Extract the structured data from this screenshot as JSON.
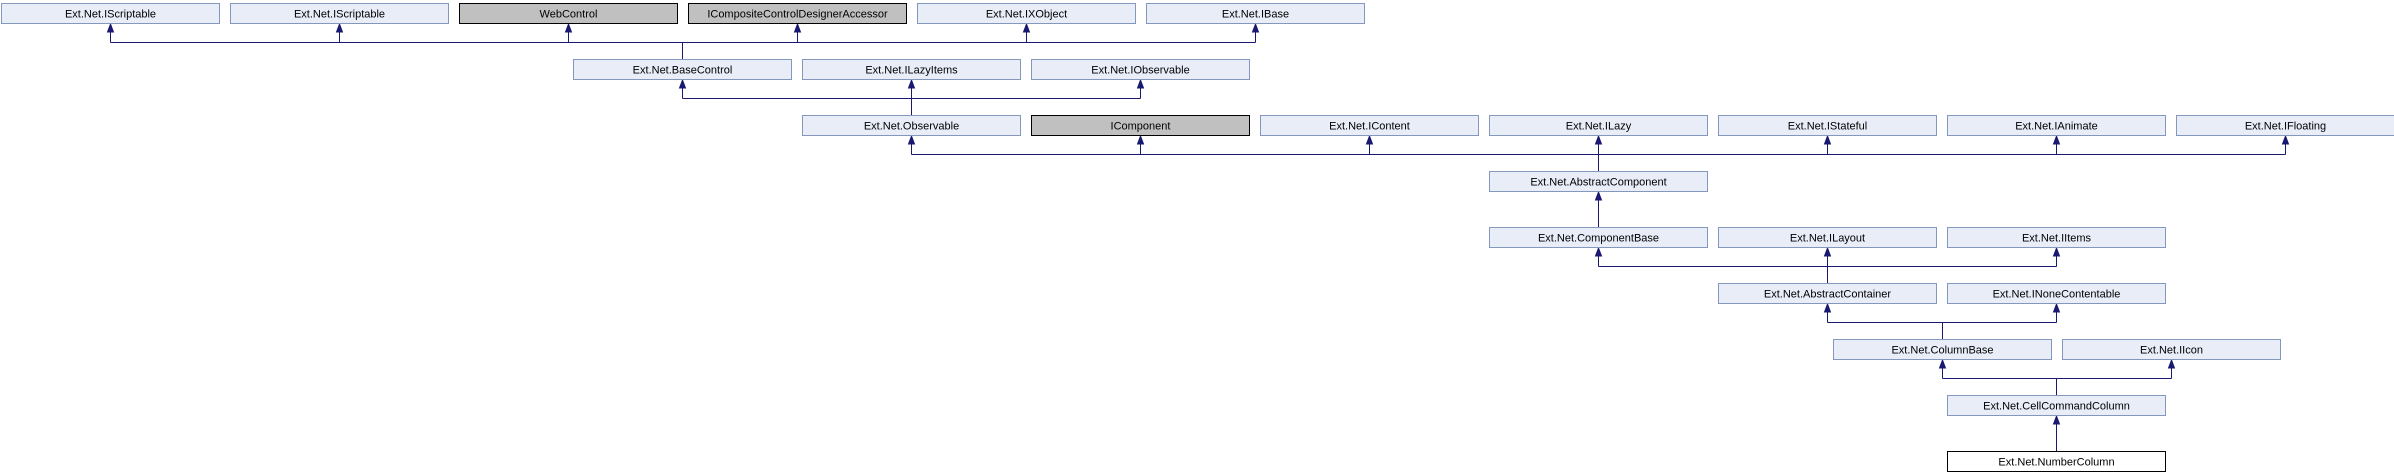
{
  "diagram": {
    "type": "class inheritance graph",
    "colors": {
      "node_fill": "#e8edf8",
      "node_border": "#8497bd",
      "external_fill": "#c0c0c0",
      "external_border": "#000000",
      "current_fill": "#ffffff",
      "current_border": "#000000",
      "edge": "#191970"
    },
    "nodes": [
      {
        "id": "iscriptable1",
        "label": "Ext.Net.IScriptable",
        "kind": "normal"
      },
      {
        "id": "iscriptable2",
        "label": "Ext.Net.IScriptable",
        "kind": "normal"
      },
      {
        "id": "webcontrol",
        "label": "WebControl",
        "kind": "external"
      },
      {
        "id": "icompositedesigner",
        "label": "ICompositeControlDesignerAccessor",
        "kind": "external"
      },
      {
        "id": "ixobject",
        "label": "Ext.Net.IXObject",
        "kind": "normal"
      },
      {
        "id": "ibase",
        "label": "Ext.Net.IBase",
        "kind": "normal"
      },
      {
        "id": "basecontrol",
        "label": "Ext.Net.BaseControl",
        "kind": "normal"
      },
      {
        "id": "ilazyitems",
        "label": "Ext.Net.ILazyItems",
        "kind": "normal"
      },
      {
        "id": "iobservable",
        "label": "Ext.Net.IObservable",
        "kind": "normal"
      },
      {
        "id": "observable",
        "label": "Ext.Net.Observable",
        "kind": "normal"
      },
      {
        "id": "icomponent",
        "label": "IComponent",
        "kind": "external"
      },
      {
        "id": "icontent",
        "label": "Ext.Net.IContent",
        "kind": "normal"
      },
      {
        "id": "ilazy",
        "label": "Ext.Net.ILazy",
        "kind": "normal"
      },
      {
        "id": "istateful",
        "label": "Ext.Net.IStateful",
        "kind": "normal"
      },
      {
        "id": "ianimate",
        "label": "Ext.Net.IAnimate",
        "kind": "normal"
      },
      {
        "id": "ifloating",
        "label": "Ext.Net.IFloating",
        "kind": "normal"
      },
      {
        "id": "abstractcomponent",
        "label": "Ext.Net.AbstractComponent",
        "kind": "normal"
      },
      {
        "id": "componentbase",
        "label": "Ext.Net.ComponentBase",
        "kind": "normal"
      },
      {
        "id": "ilayout",
        "label": "Ext.Net.ILayout",
        "kind": "normal"
      },
      {
        "id": "iitems",
        "label": "Ext.Net.IItems",
        "kind": "normal"
      },
      {
        "id": "abstractcontainer",
        "label": "Ext.Net.AbstractContainer",
        "kind": "normal"
      },
      {
        "id": "inonecontentable",
        "label": "Ext.Net.INoneContentable",
        "kind": "normal"
      },
      {
        "id": "columnbase",
        "label": "Ext.Net.ColumnBase",
        "kind": "normal"
      },
      {
        "id": "iicon",
        "label": "Ext.Net.IIcon",
        "kind": "normal"
      },
      {
        "id": "cellcommandcolumn",
        "label": "Ext.Net.CellCommandColumn",
        "kind": "normal"
      },
      {
        "id": "numbercolumn",
        "label": "Ext.Net.NumberColumn",
        "kind": "current"
      }
    ],
    "edges": [
      {
        "child": "basecontrol",
        "parents": [
          "iscriptable1",
          "iscriptable2",
          "webcontrol",
          "icompositedesigner",
          "ixobject",
          "ibase"
        ]
      },
      {
        "child": "observable",
        "parents": [
          "basecontrol",
          "ilazyitems",
          "iobservable"
        ]
      },
      {
        "child": "abstractcomponent",
        "parents": [
          "observable",
          "icomponent",
          "icontent",
          "ilazy",
          "istateful",
          "ianimate",
          "ifloating"
        ]
      },
      {
        "child": "componentbase",
        "parents": [
          "abstractcomponent"
        ]
      },
      {
        "child": "abstractcontainer",
        "parents": [
          "componentbase",
          "ilayout",
          "iitems"
        ]
      },
      {
        "child": "columnbase",
        "parents": [
          "abstractcontainer",
          "inonecontentable"
        ]
      },
      {
        "child": "cellcommandcolumn",
        "parents": [
          "columnbase",
          "iicon"
        ]
      },
      {
        "child": "numbercolumn",
        "parents": [
          "cellcommandcolumn"
        ]
      }
    ]
  }
}
